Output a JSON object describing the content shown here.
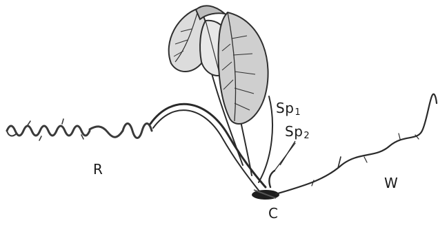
{
  "labels": {
    "sp1": {
      "main": "Sp",
      "sub": "1"
    },
    "sp2": {
      "main": "Sp",
      "sub": "2"
    },
    "r": "R",
    "w": "W",
    "c": "C"
  }
}
